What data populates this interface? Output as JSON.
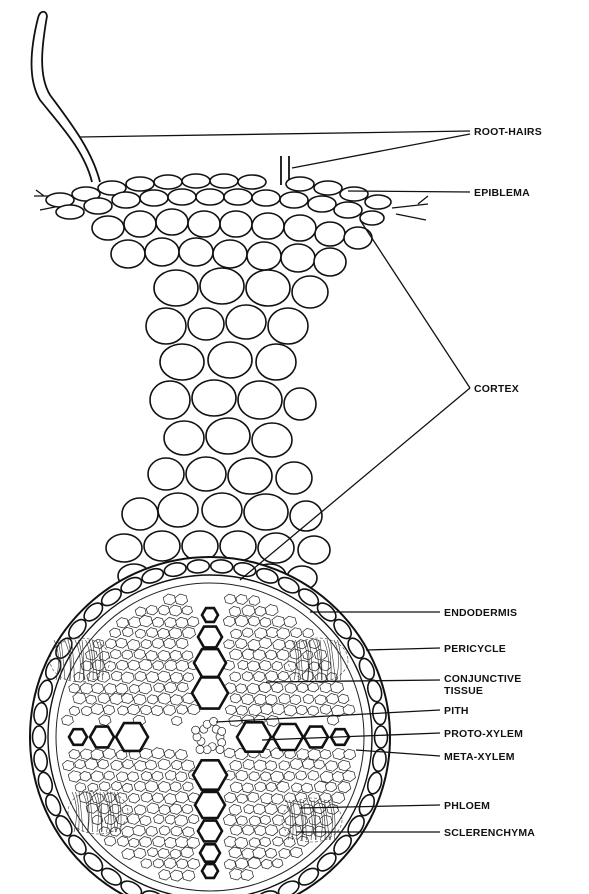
{
  "diagram": {
    "labels": {
      "root_hairs": "ROOT-HAIRS",
      "epiblema": "EPIBLEMA",
      "cortex": "CORTEX",
      "endodermis": "ENDODERMIS",
      "pericycle": "PERICYCLE",
      "conjunctive_1": "CONJUNCTIVE",
      "conjunctive_2": "TISSUE",
      "pith": "PITH",
      "proto_xylem": "PROTO-XYLEM",
      "meta_xylem": "META-XYLEM",
      "phloem": "PHLOEM",
      "sclerenchyma": "SCLERENCHYMA"
    },
    "colors": {
      "ink": "#111111",
      "paper": "#ffffff"
    }
  }
}
